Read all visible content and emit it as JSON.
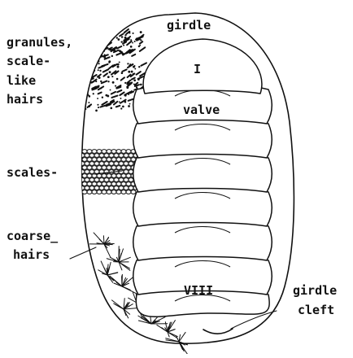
{
  "diagram": {
    "labels": {
      "girdle": "girdle",
      "valve_first": "I",
      "valve": "valve",
      "valve_last": "VIII",
      "granules_line1": "granules,",
      "granules_line2": "scale-",
      "granules_line3": "like",
      "granules_line4": "hairs",
      "scales": "scales-",
      "coarse_line1": "coarse_",
      "coarse_line2": "hairs",
      "cleft_line1": "girdle",
      "cleft_line2": "cleft"
    },
    "valve_count": 8,
    "stroke_color": "#111111",
    "background_color": "#ffffff"
  }
}
